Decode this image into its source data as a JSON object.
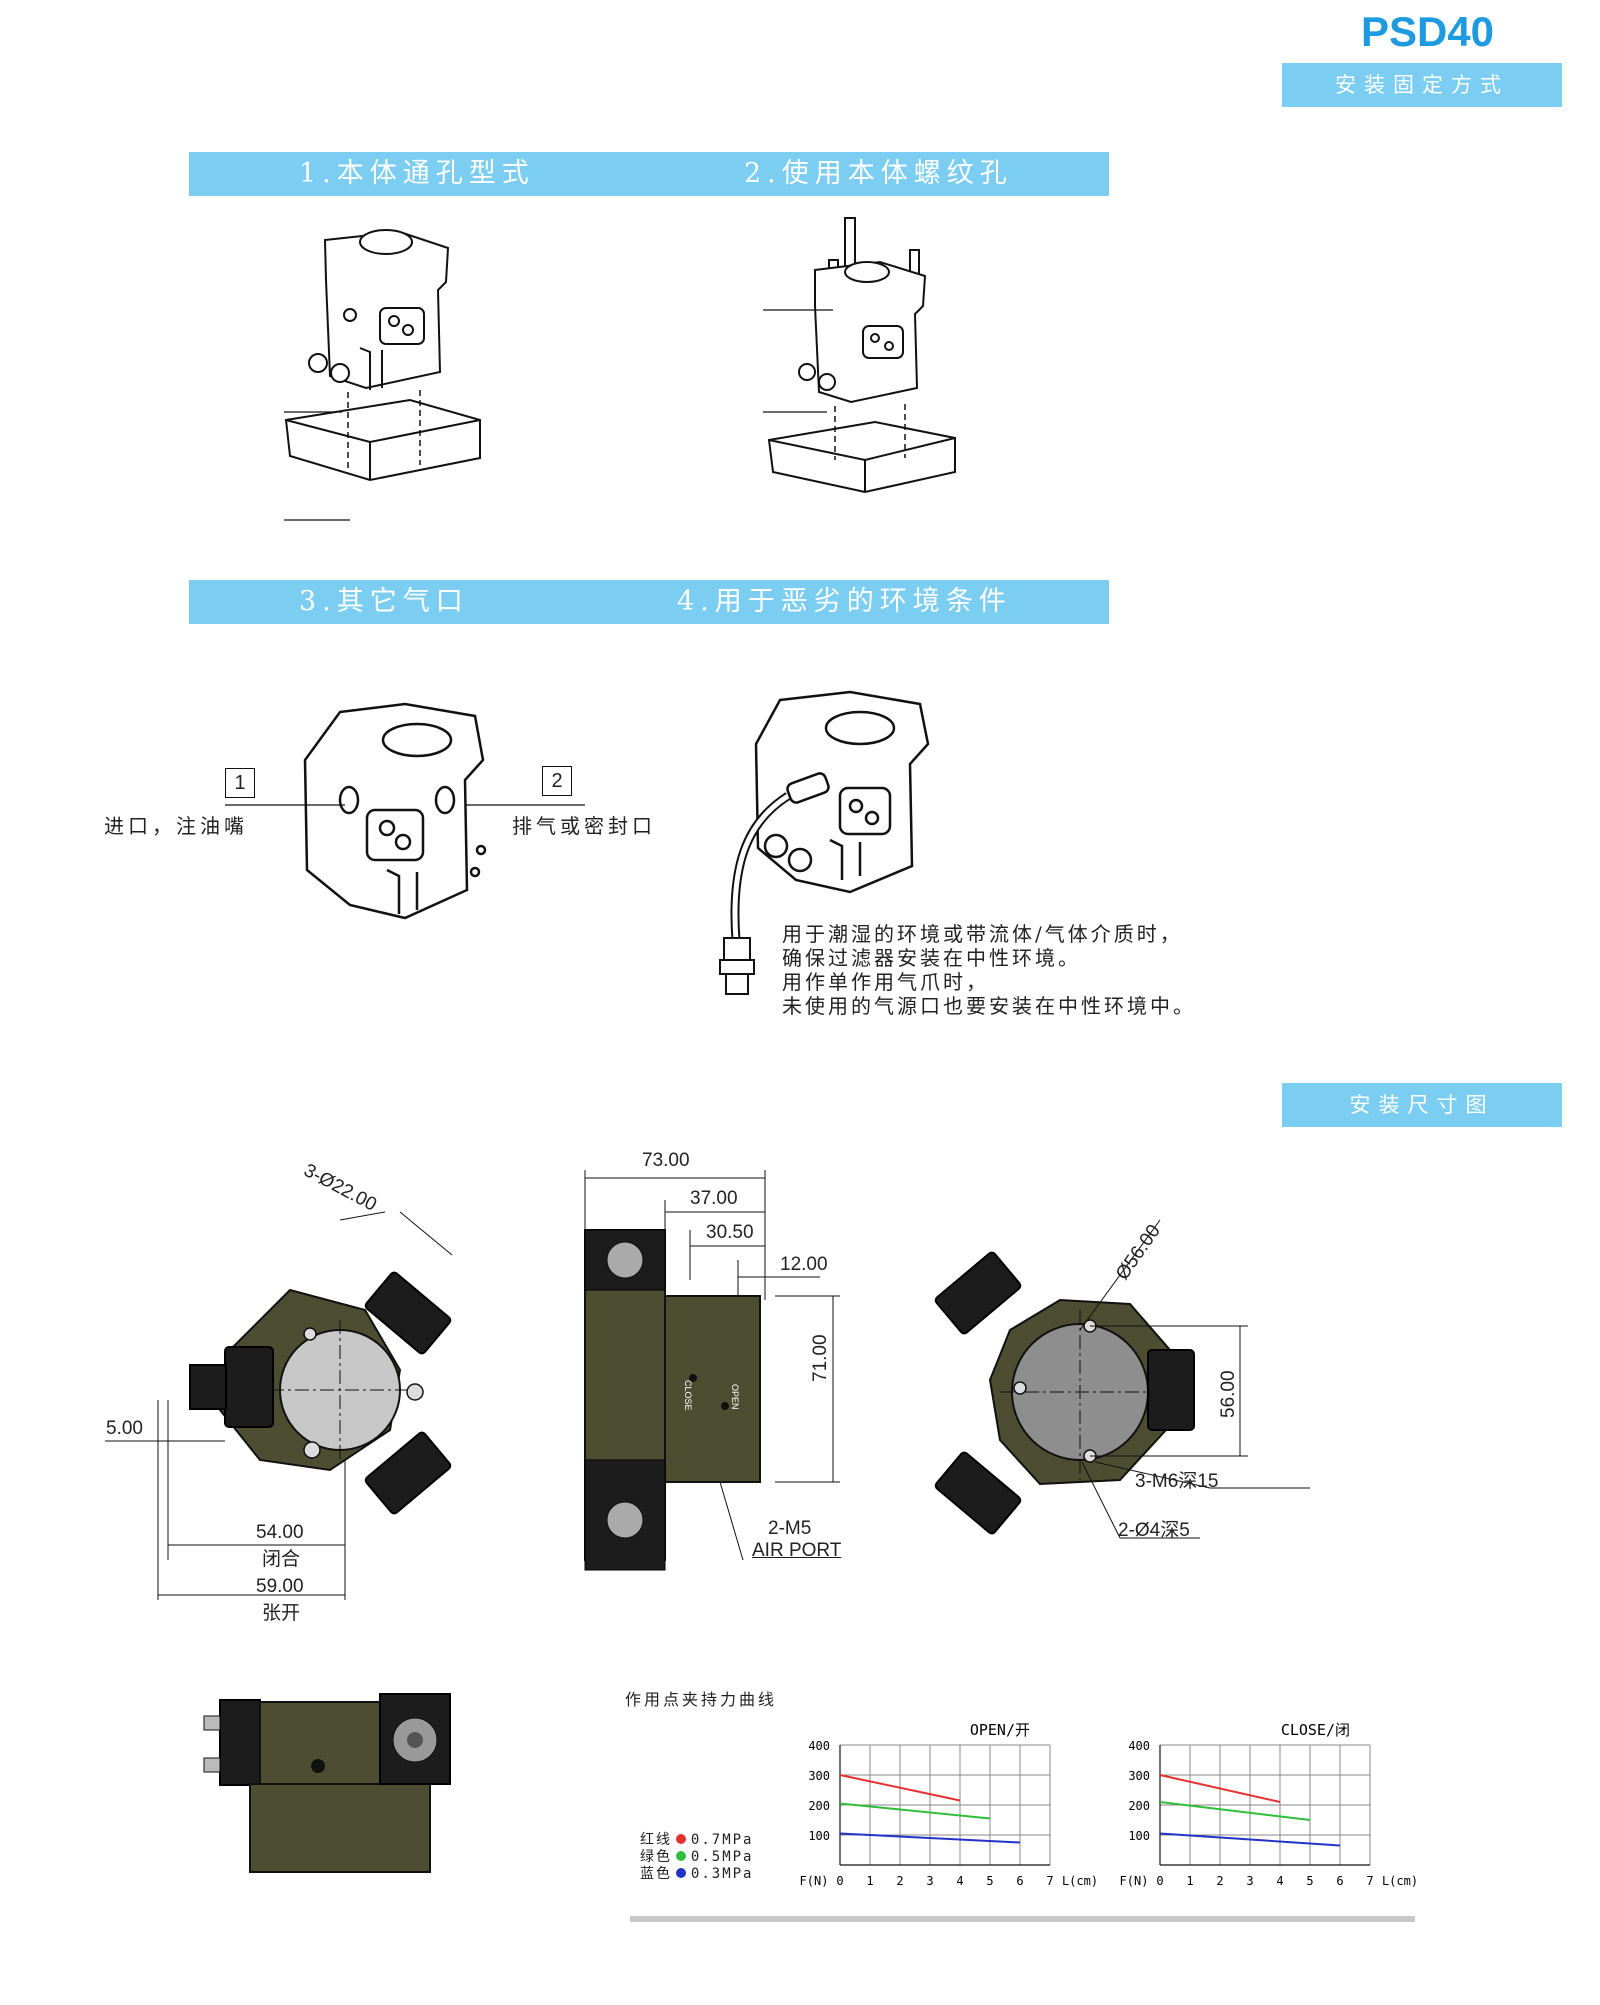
{
  "header": {
    "model": "PSD40",
    "subtitle_mount": "安装固定方式",
    "subtitle_dimensions": "安装尺寸图"
  },
  "mount_methods": {
    "m1": "1.本体通孔型式",
    "m2": "2.使用本体螺纹孔",
    "m3": "3.其它气口",
    "m4": "4.用于恶劣的环境条件"
  },
  "ports": {
    "p1_box": "1",
    "p1_label": "进口，注油嘴",
    "p2_box": "2",
    "p2_label": "排气或密封口"
  },
  "harsh_note": [
    "用于潮湿的环境或带流体/气体介质时，",
    "确保过滤器安装在中性环境。",
    "用作单作用气爪时，",
    "未使用的气源口也要安装在中性环境中。"
  ],
  "dimensions": {
    "d_3x22": "3-Ø22.00",
    "d_5": "5.00",
    "d_54": "54.00",
    "d_54_note": "闭合",
    "d_59": "59.00",
    "d_59_note": "张开",
    "d_73": "73.00",
    "d_37": "37.00",
    "d_30_5": "30.50",
    "d_12": "12.00",
    "d_71": "71.00",
    "close_mark": "CLOSE",
    "open_mark": "OPEN",
    "air_port_1": "2-M5",
    "air_port_2": "AIR PORT",
    "d_56_dia": "Ø56.00",
    "d_56": "56.00",
    "thread": "3-M6深15",
    "pin": "2-Ø4深5"
  },
  "force_section": {
    "title": "作用点夹持力曲线",
    "legend": [
      {
        "label": "红线",
        "color": "#e53030",
        "pressure": "0.7MPa"
      },
      {
        "label": "绿色",
        "color": "#2fbf3a",
        "pressure": "0.5MPa"
      },
      {
        "label": "蓝色",
        "color": "#2233c8",
        "pressure": "0.3MPa"
      }
    ]
  },
  "chart_data": [
    {
      "type": "line",
      "title": "OPEN/开",
      "xlabel": "L(cm)",
      "ylabel": "F(N)",
      "x_ticks": [
        "0",
        "1",
        "2",
        "3",
        "4",
        "5",
        "6",
        "7"
      ],
      "y_ticks": [
        "100",
        "200",
        "300",
        "400"
      ],
      "xlim": [
        0,
        7
      ],
      "ylim": [
        0,
        400
      ],
      "grid": true,
      "series": [
        {
          "color": "#e53030",
          "x": [
            0,
            4
          ],
          "y": [
            300,
            215
          ]
        },
        {
          "color": "#2fbf3a",
          "x": [
            0,
            5
          ],
          "y": [
            205,
            155
          ]
        },
        {
          "color": "#2233c8",
          "x": [
            0,
            6
          ],
          "y": [
            105,
            75
          ]
        }
      ]
    },
    {
      "type": "line",
      "title": "CLOSE/闭",
      "xlabel": "L(cm)",
      "ylabel": "F(N)",
      "x_ticks": [
        "0",
        "1",
        "2",
        "3",
        "4",
        "5",
        "6",
        "7"
      ],
      "y_ticks": [
        "100",
        "200",
        "300",
        "400"
      ],
      "xlim": [
        0,
        7
      ],
      "ylim": [
        0,
        400
      ],
      "grid": true,
      "series": [
        {
          "color": "#e53030",
          "x": [
            0,
            4
          ],
          "y": [
            300,
            210
          ]
        },
        {
          "color": "#2fbf3a",
          "x": [
            0,
            5
          ],
          "y": [
            210,
            150
          ]
        },
        {
          "color": "#2233c8",
          "x": [
            0,
            6
          ],
          "y": [
            105,
            65
          ]
        }
      ]
    }
  ]
}
